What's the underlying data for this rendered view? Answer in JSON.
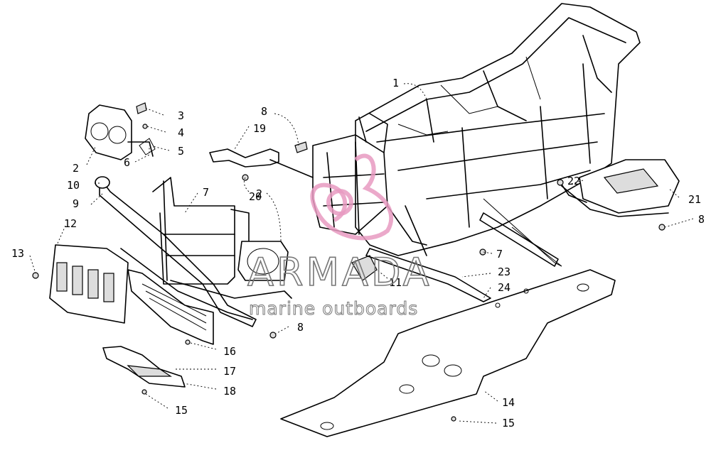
{
  "callouts": [
    {
      "id": "c1",
      "label": "1"
    },
    {
      "id": "c2a",
      "label": "2"
    },
    {
      "id": "c2b",
      "label": "2"
    },
    {
      "id": "c3",
      "label": "3"
    },
    {
      "id": "c4",
      "label": "4"
    },
    {
      "id": "c5",
      "label": "5"
    },
    {
      "id": "c6",
      "label": "6"
    },
    {
      "id": "c7a",
      "label": "7"
    },
    {
      "id": "c7b",
      "label": "7"
    },
    {
      "id": "c8a",
      "label": "8"
    },
    {
      "id": "c8b",
      "label": "8"
    },
    {
      "id": "c8c",
      "label": "8"
    },
    {
      "id": "c9",
      "label": "9"
    },
    {
      "id": "c10",
      "label": "10"
    },
    {
      "id": "c11",
      "label": "11"
    },
    {
      "id": "c12",
      "label": "12"
    },
    {
      "id": "c13",
      "label": "13"
    },
    {
      "id": "c14",
      "label": "14"
    },
    {
      "id": "c15a",
      "label": "15"
    },
    {
      "id": "c15b",
      "label": "15"
    },
    {
      "id": "c16",
      "label": "16"
    },
    {
      "id": "c17",
      "label": "17"
    },
    {
      "id": "c18",
      "label": "18"
    },
    {
      "id": "c19",
      "label": "19"
    },
    {
      "id": "c20",
      "label": "20"
    },
    {
      "id": "c21",
      "label": "21"
    },
    {
      "id": "c22",
      "label": "22"
    },
    {
      "id": "c23",
      "label": "23"
    },
    {
      "id": "c24",
      "label": "24"
    }
  ],
  "watermark": {
    "brand": "ARMADA",
    "tagline": "marine outboards",
    "ring_color": "#e79ac1",
    "text_color": "#777777"
  }
}
